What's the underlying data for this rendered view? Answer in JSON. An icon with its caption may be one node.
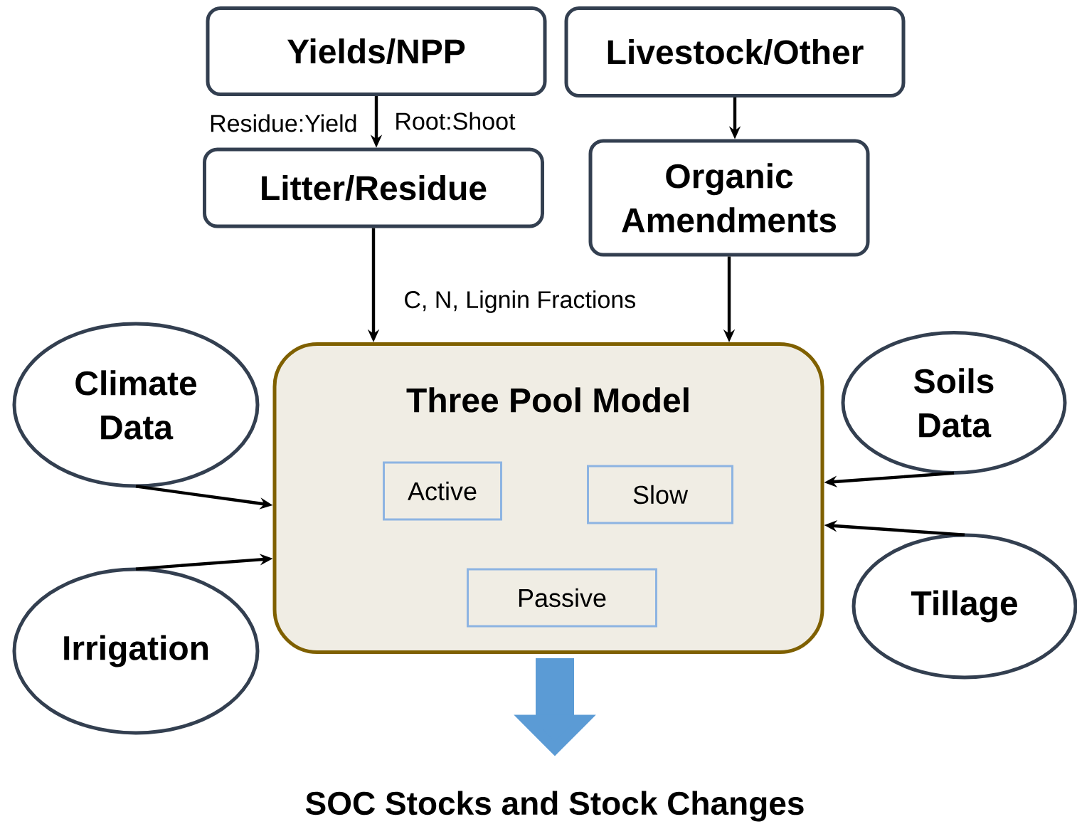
{
  "diagram": {
    "nodes": [
      {
        "text": [
          "Yields/NPP"
        ]
      },
      {
        "text": [
          "Livestock/Other"
        ]
      },
      {
        "text": [
          "Litter/Residue"
        ]
      },
      {
        "text": [
          "Organic Amendments"
        ]
      },
      {
        "text": [
          "Three Pool Model"
        ]
      },
      {
        "text": [
          "Active"
        ],
        "in": 4
      },
      {
        "text": [
          "Slow"
        ],
        "in": 4
      },
      {
        "text": [
          "Passive"
        ],
        "in": 4
      },
      {
        "text": [
          "Climate Data"
        ]
      },
      {
        "text": [
          "Soils Data"
        ]
      },
      {
        "text": [
          "Irrigation"
        ]
      },
      {
        "text": [
          "Tillage"
        ]
      },
      {
        "text": [
          "SOC Stocks and Stock Changes"
        ]
      }
    ],
    "edges": [
      {
        "from": 0,
        "to": 2,
        "arrow": "to"
      },
      {
        "from": 1,
        "to": 3,
        "arrow": "to"
      },
      {
        "from": 2,
        "to": 4,
        "arrow": "to",
        "label": "C, N, Lignin Fractions"
      },
      {
        "from": 3,
        "to": 4,
        "arrow": "to"
      },
      {
        "from": 8,
        "to": 4,
        "arrow": "to"
      },
      {
        "from": 10,
        "to": 4,
        "arrow": "to"
      },
      {
        "from": 9,
        "to": 4,
        "arrow": "to"
      },
      {
        "from": 11,
        "to": 4,
        "arrow": "to"
      },
      {
        "from": 4,
        "to": 12,
        "arrow": "to",
        "style": "thick",
        "color": "#5b9bd5"
      }
    ],
    "labels": [
      "Residue:Yield",
      "Root:Shoot"
    ]
  }
}
